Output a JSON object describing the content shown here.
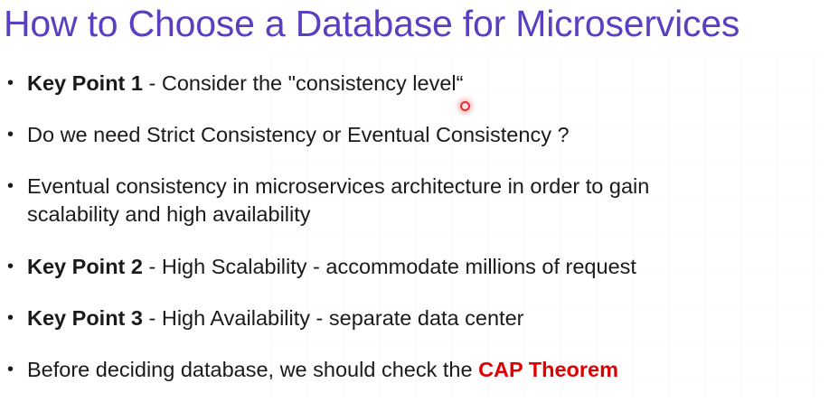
{
  "slide": {
    "title": "How to Choose a Database for Microservices",
    "bullets": [
      {
        "bold": "Key Point 1",
        "text": " - Consider the \"consistency level“"
      },
      {
        "text": "Do we need Strict Consistency or Eventual Consistency ?"
      },
      {
        "line1": "Eventual consistency in microservices architecture in order to gain",
        "line2": "scalability and high availability"
      },
      {
        "bold": "Key Point 2",
        "text": " - High Scalability - accommodate millions of request"
      },
      {
        "bold": "Key Point 3",
        "text": " - High Availability - separate data center"
      },
      {
        "text": "Before deciding database, we should check the ",
        "highlight": "CAP Theorem"
      }
    ],
    "bullet_glyph": "•"
  },
  "colors": {
    "title": "#5a3fc0",
    "body_text": "#1a1a1a",
    "highlight": "#e00000",
    "cursor": "#e0303a"
  },
  "icons": {
    "cursor": "mouse-pointer-highlight-icon"
  }
}
